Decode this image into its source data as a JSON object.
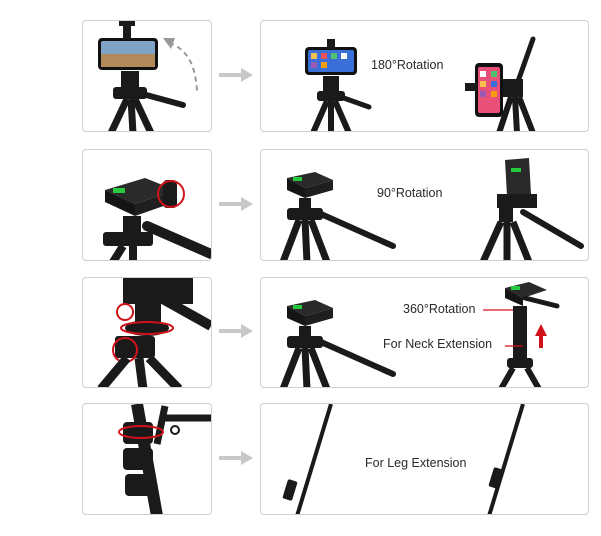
{
  "labels": {
    "rotation_180": "180°Rotation",
    "rotation_90": "90°Rotation",
    "rotation_360": "360°Rotation",
    "neck_extension": "For Neck Extension",
    "leg_extension": "For Leg Extension"
  },
  "colors": {
    "accent_red": "#d0121b",
    "arrow_gray": "#c8c8c8",
    "border": "#cfcfcf",
    "tripod_black": "#1a1a1a",
    "level_green": "#27c93f"
  }
}
